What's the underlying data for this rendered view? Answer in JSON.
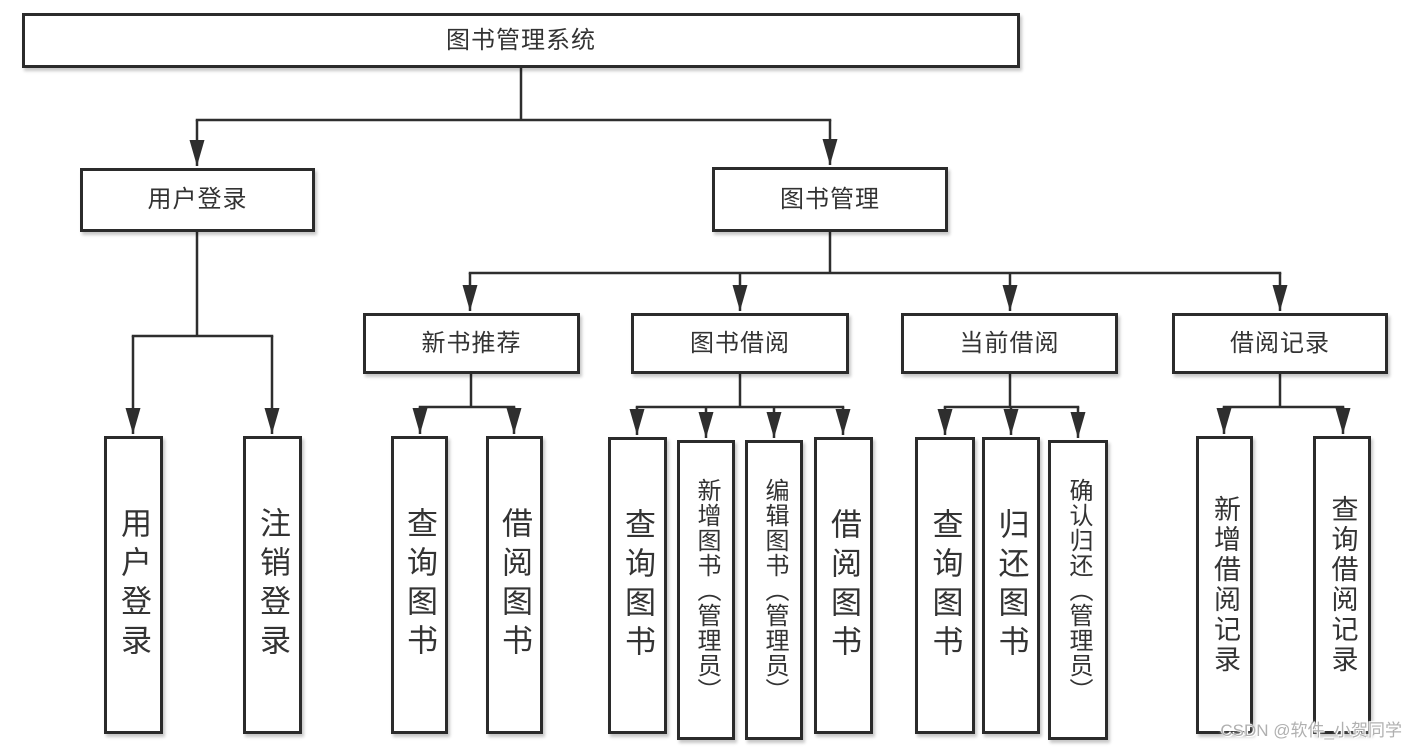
{
  "tree": {
    "root": {
      "label": "图书管理系统"
    },
    "branches": [
      {
        "label": "用户登录",
        "children": [
          {
            "label": "用户登录"
          },
          {
            "label": "注销登录"
          }
        ]
      },
      {
        "label": "图书管理",
        "children": [
          {
            "label": "新书推荐",
            "children": [
              {
                "label": "查询图书"
              },
              {
                "label": "借阅图书"
              }
            ]
          },
          {
            "label": "图书借阅",
            "children": [
              {
                "label": "查询图书"
              },
              {
                "label": "新增图书（管理员）"
              },
              {
                "label": "编辑图书（管理员）"
              },
              {
                "label": "借阅图书"
              }
            ]
          },
          {
            "label": "当前借阅",
            "children": [
              {
                "label": "查询图书"
              },
              {
                "label": "归还图书"
              },
              {
                "label": "确认归还（管理员）"
              }
            ]
          },
          {
            "label": "借阅记录",
            "children": [
              {
                "label": "新增借阅记录"
              },
              {
                "label": "查询借阅记录"
              }
            ]
          }
        ]
      }
    ]
  },
  "watermark": "CSDN @软件_小贺同学",
  "colors": {
    "line": "#2e2e2e",
    "box_border": "#2b2b2b",
    "box_fill": "#ffffff",
    "text": "#333333",
    "watermark": "#b0b0b0",
    "background": "#ffffff"
  }
}
